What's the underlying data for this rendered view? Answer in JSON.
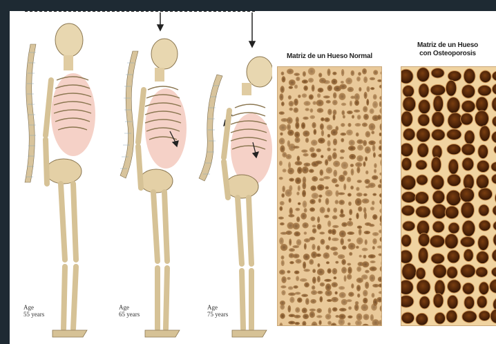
{
  "figure": {
    "skeletons": [
      {
        "age_word": "Age",
        "age_value": "55 years"
      },
      {
        "age_word": "Age",
        "age_value": "65 years"
      },
      {
        "age_word": "Age",
        "age_value": "75 years"
      }
    ],
    "bone_panels": [
      {
        "title_line1": "Matriz de un Hueso Normal",
        "title_line2": ""
      },
      {
        "title_line1": "Matriz de un Hueso",
        "title_line2": "con Osteoporosis"
      }
    ]
  }
}
